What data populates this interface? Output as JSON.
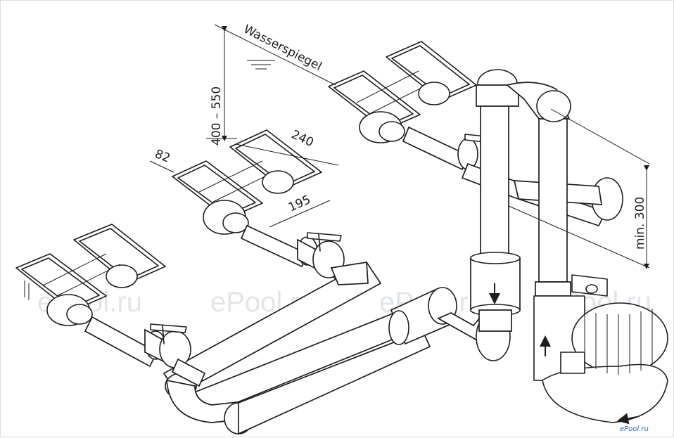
{
  "labels": {
    "water_level": "Wasserspiegel",
    "depth_range": "400 – 550",
    "width_240": "240",
    "depth_82": "82",
    "spacing_195": "195",
    "min_height": "min. 300"
  },
  "watermarks": [
    "ePool.ru",
    "ePool.ru",
    "ePool.ru",
    "ePool.ru"
  ],
  "corner_logo": "ePool.ru",
  "colors": {
    "line": "#1e1e1e",
    "watermark": "#e2e5ea",
    "logo": "#2a6ebd",
    "border": "#d7dee6"
  }
}
